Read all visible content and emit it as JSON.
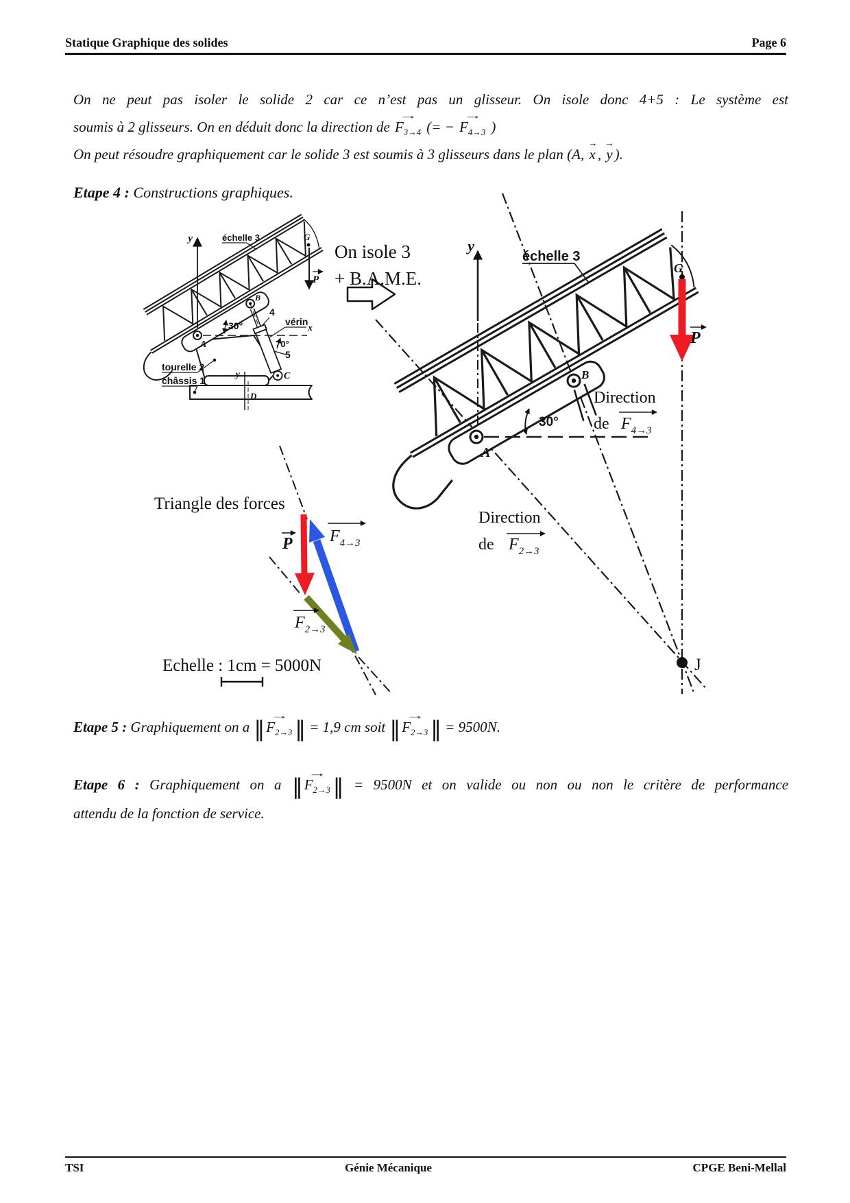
{
  "header": {
    "title": "Statique Graphique des solides",
    "page": "Page 6"
  },
  "math": {
    "arrow": "→",
    "norm": "‖"
  },
  "vectors": {
    "f34": {
      "base": "F",
      "sub": "3→4"
    },
    "f43": {
      "base": "F",
      "sub": "4→3"
    },
    "f23": {
      "base": "F",
      "sub": "2→3"
    },
    "x": {
      "base": "x"
    },
    "y": {
      "base": "y"
    },
    "p": {
      "base": "P"
    }
  },
  "intro": {
    "line1": "On ne peut pas isoler le solide 2 car ce n’est pas un glisseur. On isole donc 4+5 : Le système est",
    "line2_pre": "soumis à 2 glisseurs. On en déduit donc la direction de",
    "line2_open": "(= −",
    "line2_close": ")",
    "line3_pre": "On peut résoudre graphiquement car le solide 3 est soumis à 3 glisseurs dans le plan (A,",
    "line3_sep": ",",
    "line3_close": ")."
  },
  "etape4": {
    "label": "Etape 4 :",
    "text": "Constructions graphiques."
  },
  "figure": {
    "isolate_line1": "On isole 3",
    "isolate_line2": "+ B.A.M.E.",
    "small": {
      "echelle": "échelle 3",
      "tourelle": "tourelle 2",
      "chassis": "châssis 1",
      "verin": "vérin",
      "angle30": "30°",
      "angle70": "70°",
      "num4": "4",
      "num5": "5",
      "A": "A",
      "B": "B",
      "C": "C",
      "D": "D",
      "G": "G",
      "x": "x",
      "y": "y"
    },
    "big": {
      "echelle": "échelle 3",
      "angle30": "30°",
      "A": "A",
      "B": "B",
      "G": "G",
      "y": "y",
      "J": "J",
      "dir43_l1": "Direction",
      "dir43_l2": "de",
      "dir23_l1": "Direction",
      "dir23_l2": "de"
    },
    "triangle": {
      "title": "Triangle des forces",
      "scale": "Echelle : 1cm = 5000N"
    }
  },
  "etape5": {
    "label": "Etape 5 :",
    "pre": "Graphiquement on a",
    "eq1": "= 1,9 cm soit",
    "eq2": "= 9500N."
  },
  "etape6": {
    "label": "Etape 6 :",
    "pre": "Graphiquement on a",
    "eq1": "= 9500N et on valide ou non ou non le critère de performance",
    "line2": "attendu de la fonction de service."
  },
  "footer": {
    "left": "TSI",
    "center": "Génie Mécanique",
    "right": "CPGE Beni-Mellal"
  },
  "colors": {
    "red": "#ED1C24",
    "blue": "#2B57E4",
    "olive": "#6E8020"
  }
}
